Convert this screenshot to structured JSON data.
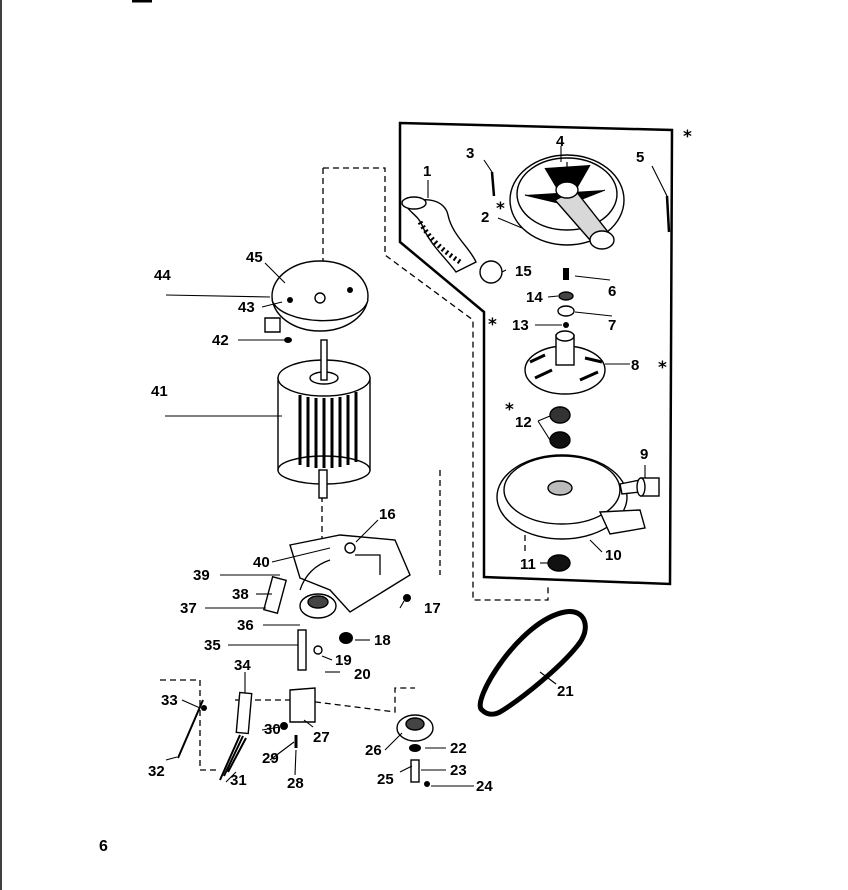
{
  "diagram": {
    "page_number": "6",
    "assembly_note_symbol": "*",
    "callouts": [
      {
        "id": "c1",
        "label": "1"
      },
      {
        "id": "c2",
        "label": "2"
      },
      {
        "id": "c3",
        "label": "3"
      },
      {
        "id": "c4",
        "label": "4"
      },
      {
        "id": "c5",
        "label": "5"
      },
      {
        "id": "c6",
        "label": "6"
      },
      {
        "id": "c7",
        "label": "7"
      },
      {
        "id": "c8",
        "label": "8"
      },
      {
        "id": "c9",
        "label": "9"
      },
      {
        "id": "c10",
        "label": "10"
      },
      {
        "id": "c11",
        "label": "11"
      },
      {
        "id": "c12",
        "label": "12"
      },
      {
        "id": "c13",
        "label": "13"
      },
      {
        "id": "c14",
        "label": "14"
      },
      {
        "id": "c15",
        "label": "15"
      },
      {
        "id": "c16",
        "label": "16"
      },
      {
        "id": "c17",
        "label": "17"
      },
      {
        "id": "c18",
        "label": "18"
      },
      {
        "id": "c19",
        "label": "19"
      },
      {
        "id": "c20",
        "label": "20"
      },
      {
        "id": "c21",
        "label": "21"
      },
      {
        "id": "c22",
        "label": "22"
      },
      {
        "id": "c23",
        "label": "23"
      },
      {
        "id": "c24",
        "label": "24"
      },
      {
        "id": "c25",
        "label": "25"
      },
      {
        "id": "c26",
        "label": "26"
      },
      {
        "id": "c27",
        "label": "27"
      },
      {
        "id": "c28",
        "label": "28"
      },
      {
        "id": "c29",
        "label": "29"
      },
      {
        "id": "c30",
        "label": "30"
      },
      {
        "id": "c31",
        "label": "31"
      },
      {
        "id": "c32",
        "label": "32"
      },
      {
        "id": "c33",
        "label": "33"
      },
      {
        "id": "c34",
        "label": "34"
      },
      {
        "id": "c35",
        "label": "35"
      },
      {
        "id": "c36",
        "label": "36"
      },
      {
        "id": "c37",
        "label": "37"
      },
      {
        "id": "c38",
        "label": "38"
      },
      {
        "id": "c39",
        "label": "39"
      },
      {
        "id": "c40",
        "label": "40"
      },
      {
        "id": "c41",
        "label": "41"
      },
      {
        "id": "c42",
        "label": "42"
      },
      {
        "id": "c43",
        "label": "43"
      },
      {
        "id": "c44",
        "label": "44"
      },
      {
        "id": "c45",
        "label": "45"
      }
    ],
    "colors": {
      "ink": "#000000",
      "paper": "#ffffff",
      "shade": "#9a9a9a"
    }
  }
}
